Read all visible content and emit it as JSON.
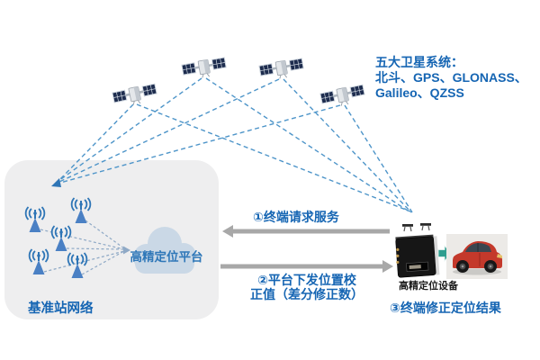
{
  "satellite_systems": {
    "title": "五大卫星系统：",
    "systems_line1": "北斗、GPS、GLONASS、",
    "systems_line2": "Galileo、QZSS",
    "satellite_count": 4
  },
  "base_station_network": {
    "label": "基准站网络",
    "antenna_count": 5
  },
  "platform": {
    "label": "高精定位平台"
  },
  "steps": {
    "step1": "①终端请求服务",
    "step2_line1": "②平台下发位置校",
    "step2_line2": "正值（差分修正数）",
    "step3": "③终端修正定位结果"
  },
  "device": {
    "label": "高精定位设备"
  },
  "icons": {
    "satellite": "satellite-icon",
    "base_station": "antenna-tower-icon",
    "platform": "cloud-icon",
    "terminal": "positioning-device-icon",
    "vehicle": "car-icon"
  },
  "colors": {
    "text_blue": "#1565b3",
    "dash_blue": "#4e95c9",
    "antenna_blue": "#2e75b6",
    "cloud_fill": "#cad8e6",
    "panel_gray": "#eeeeef",
    "arrow_gray": "#a8a8a8",
    "green_arrow": "#2f9e8f",
    "car_red": "#c4392b"
  }
}
